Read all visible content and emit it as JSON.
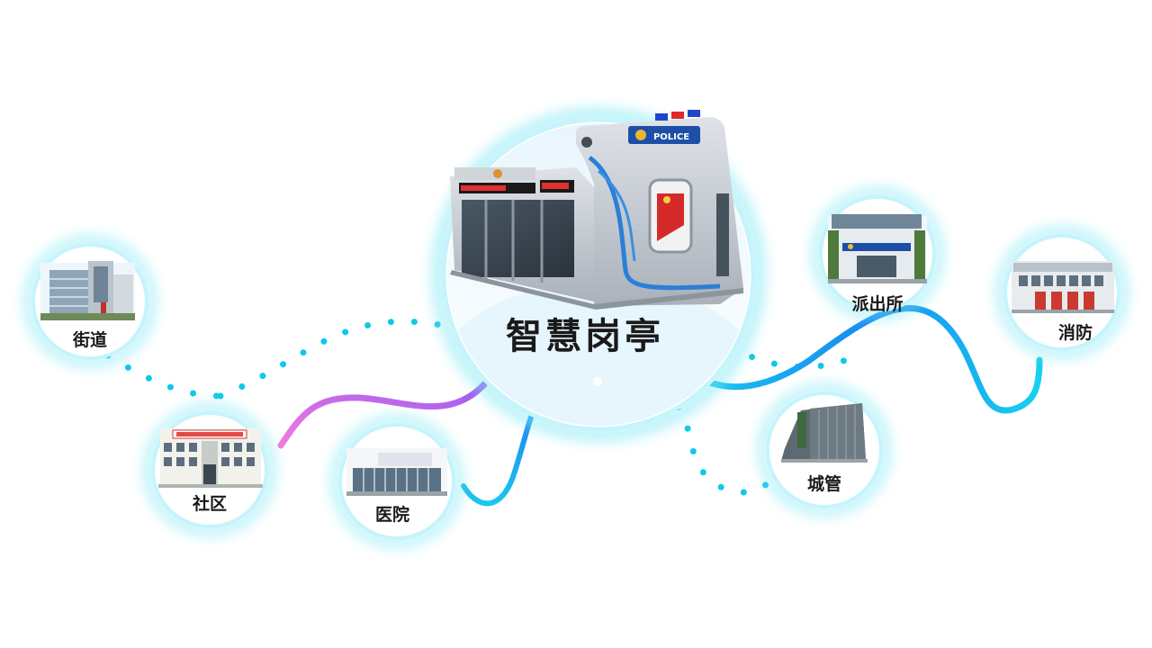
{
  "center": {
    "title": "智慧岗亭",
    "booth_police_sign": "POLICE",
    "icon": "police-booth-icon"
  },
  "nodes": [
    {
      "id": "street",
      "label": "街道",
      "icon": "office-building-icon"
    },
    {
      "id": "community",
      "label": "社区",
      "icon": "community-center-icon"
    },
    {
      "id": "hospital",
      "label": "医院",
      "icon": "hospital-building-icon"
    },
    {
      "id": "police_station",
      "label": "派出所",
      "icon": "police-station-icon"
    },
    {
      "id": "urban_management",
      "label": "城管",
      "icon": "city-hall-icon"
    },
    {
      "id": "fire",
      "label": "消防",
      "icon": "fire-station-icon"
    }
  ],
  "colors": {
    "glow": "#7ee8f5",
    "ring": "#bdf3fb",
    "dots": "#10c8e8",
    "wave_cyan": "#16c6ee",
    "wave_blue": "#1a8cf0",
    "wave_purple": "#c060f0",
    "wave_pink": "#e070e8",
    "label_text": "#1a1a1a"
  }
}
